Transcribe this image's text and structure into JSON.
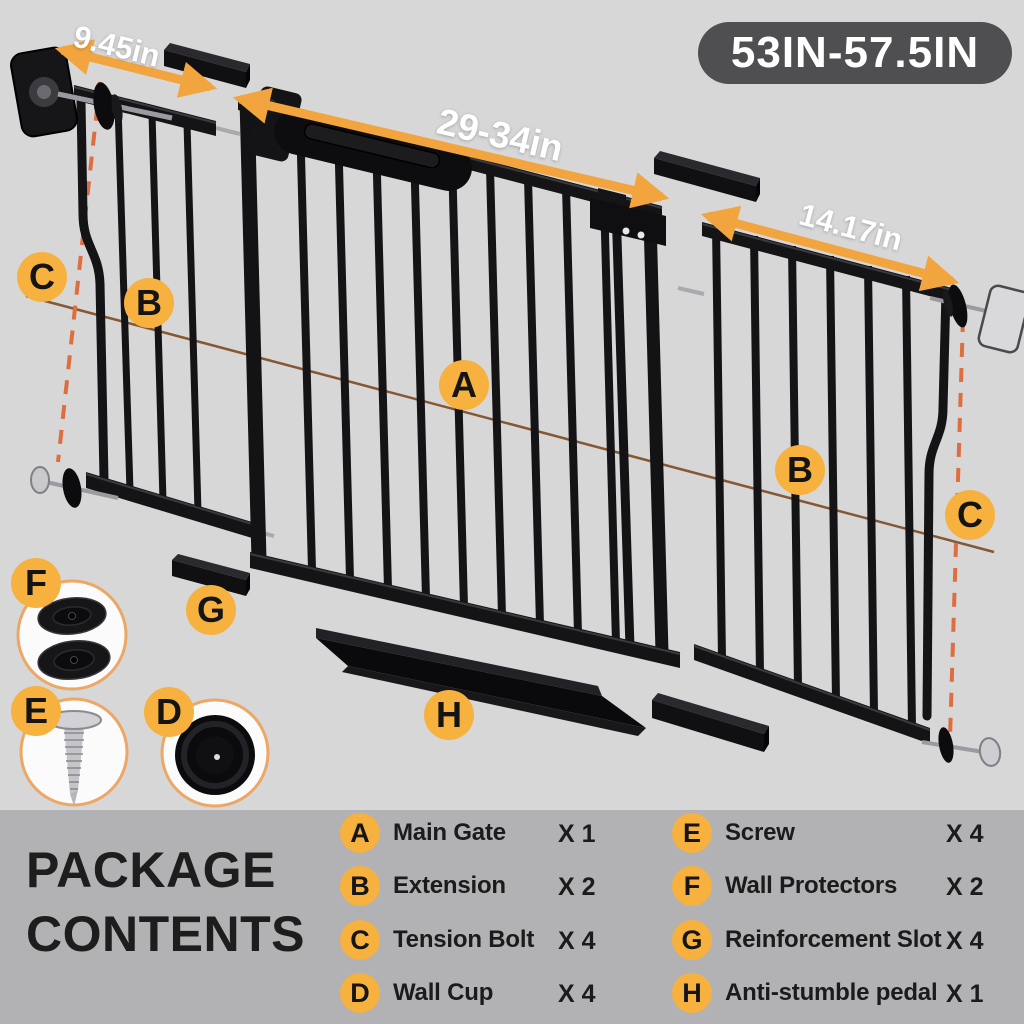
{
  "header": {
    "size_range": "53IN-57.5IN"
  },
  "dimensions": {
    "left_extension": "9.45in",
    "main_gate": "29-34in",
    "right_extension": "14.17in"
  },
  "diagram_labels": {
    "tension_bolt_left": "C",
    "extension_left": "B",
    "main_gate": "A",
    "extension_right": "B",
    "tension_bolt_right": "C",
    "wall_protectors": "F",
    "reinforcement_slot": "G",
    "screw": "E",
    "wall_cup": "D",
    "anti_stumble_pedal": "H"
  },
  "package_contents": {
    "title_line1": "PACKAGE",
    "title_line2": "CONTENTS",
    "items": [
      {
        "letter": "A",
        "name": "Main Gate",
        "qty": "X 1"
      },
      {
        "letter": "B",
        "name": "Extension",
        "qty": "X 2"
      },
      {
        "letter": "C",
        "name": "Tension Bolt",
        "qty": "X 4"
      },
      {
        "letter": "D",
        "name": "Wall Cup",
        "qty": "X 4"
      },
      {
        "letter": "E",
        "name": "Screw",
        "qty": "X 4"
      },
      {
        "letter": "F",
        "name": "Wall Protectors",
        "qty": "X 2"
      },
      {
        "letter": "G",
        "name": "Reinforcement Slot",
        "qty": "X 4"
      },
      {
        "letter": "H",
        "name": "Anti-stumble pedal",
        "qty": "X 1"
      }
    ]
  },
  "colors": {
    "background_top": "#d7d7d8",
    "background_panel": "#b2b2b4",
    "badge_orange": "#F6B13F",
    "arrow_orange": "#F2A43E",
    "dashed_orange": "#DE6E3F",
    "size_pill_background": "#4f4f52",
    "gate_black": "#141416"
  }
}
